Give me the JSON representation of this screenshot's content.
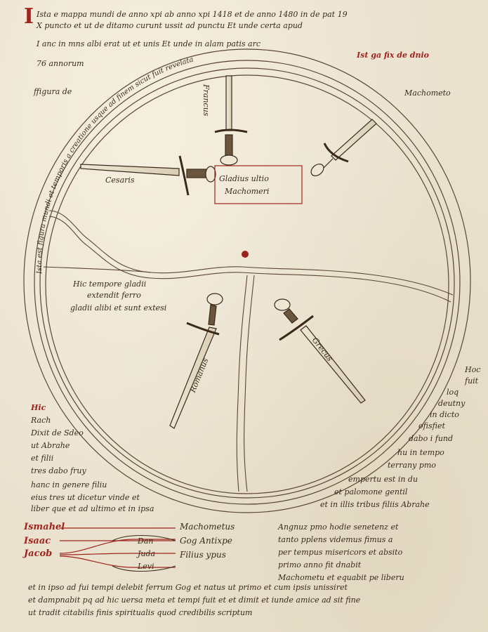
{
  "manuscript": {
    "header_lines": [
      "Ista e mappa mundi de anno xpi ab anno xpi 1418 et de anno 1480 in de pat 19",
      "X puncto et ut de ditamo curunt   ussit ad punctu Et unde certa apud",
      "I anc in mns albi   erat ut et unis   Et unde in alam patis arc",
      "76 annorum"
    ],
    "upper_left_note": "ffigura de",
    "upper_right_note": "Machometo",
    "red_note_top_right": "Ist ga fix de dnio",
    "ring_inscription": "Ista est figura mundi et temporis a creatione usque ad finem sicut fuit revelata",
    "labels": {
      "sword_top": "Francus",
      "sword_left": "Cesaris",
      "sword_center": "Gladius ultio",
      "sword_center_2": "Machomeri",
      "sword_bottom_left": "Romanus",
      "sword_bottom_right": "Grecus"
    },
    "inner_note": [
      "Hic tempore gladii",
      "extendit ferro",
      "gladii alibi et sunt extesi"
    ],
    "left_note": [
      "Hic",
      "Rach",
      "Dixit de Sdeo",
      "ut Abrahe",
      "et filii",
      "tres dabo fruy",
      "hanc in genere filiu",
      "eius tres ut dicetur vinde et",
      "liber que et ad ultimo et in ipsa"
    ],
    "right_note": [
      "Hoc",
      "fuit",
      "loq",
      "deutny",
      "in dicto",
      "ofisfiet",
      "dabo i fund",
      "hu in tempo",
      "terrany pmo",
      "empertu est in du",
      "et palomone gentil",
      "et in illis tribus filiis Abrahe"
    ],
    "genealogy": {
      "left_names": [
        "Ismahel",
        "Isaac",
        "Jacob"
      ],
      "mid_names": [
        "Dan",
        "Juda",
        "Levi"
      ],
      "right_names": [
        "Machometus",
        "Gog Antixpe",
        "Filius ypus"
      ]
    },
    "bottom_right_note": [
      "Angnuz pmo hodie senetenz et",
      "tanto pplens videmus fimus a",
      "per tempus misericors et absito",
      "primo anno fit dnabit",
      "Machometu et equabit pe liberu"
    ],
    "footer": [
      "et in ipso ad fui tempi delebit ferrum Gog et natus ut primo et cum ipsis unissiret",
      "et dampnabit pq ad hic uersa meta et tempi fuit et et dimit et iunde amice ad sit fine",
      "ut tradit citabilis finis spiritualis quod credibilis scriptum"
    ]
  },
  "colors": {
    "ink": "#3a2a1a",
    "rubric": "#a0241d",
    "parchment": "#eae2cf"
  }
}
